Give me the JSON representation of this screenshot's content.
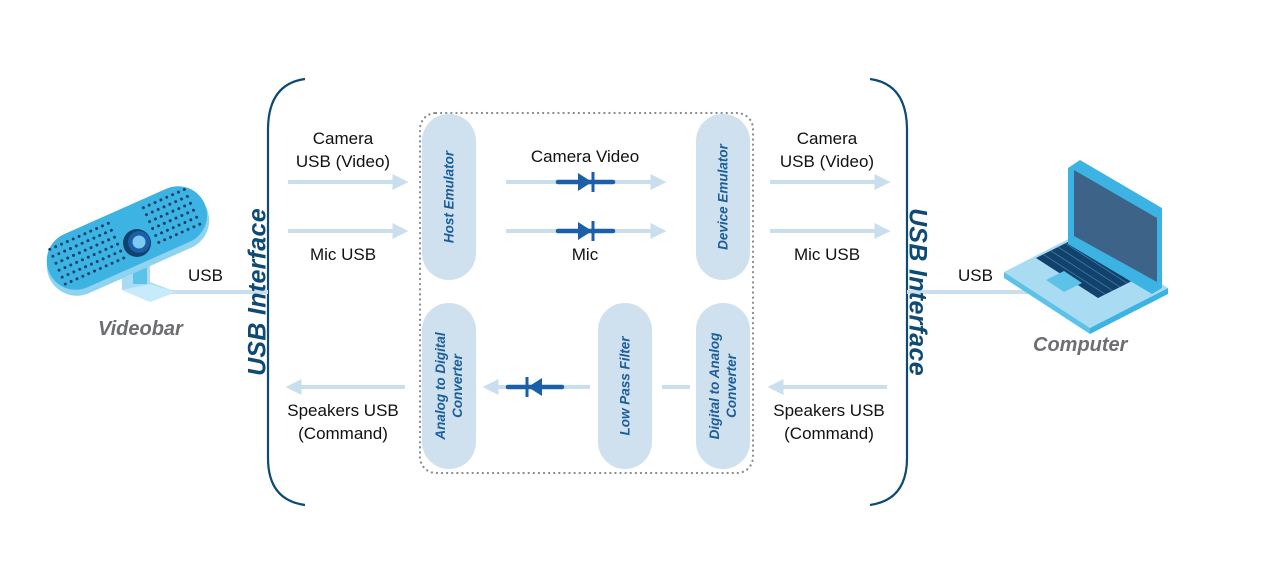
{
  "colors": {
    "bracket": "#0e4a74",
    "arrow": "#c9dfee",
    "diode": "#1a5fa8",
    "pill_fill": "#cfe0ee",
    "pill_text": "#1b5e9a",
    "device_label": "#6d6e71",
    "dotted_border": "#8a8c8e"
  },
  "left_device": {
    "name": "Videobar",
    "connection_label": "USB",
    "icon": "videobar-icon"
  },
  "right_device": {
    "name": "Computer",
    "connection_label": "USB",
    "icon": "laptop-icon"
  },
  "left_interface": {
    "title": "USB Interface",
    "signals": [
      {
        "line1": "Camera",
        "line2": "USB (Video)",
        "direction": "right"
      },
      {
        "line1": "Mic USB",
        "line2": "",
        "direction": "right"
      },
      {
        "line1": "Speakers USB",
        "line2": "(Command)",
        "direction": "left"
      }
    ]
  },
  "right_interface": {
    "title": "USB Interface",
    "signals": [
      {
        "line1": "Camera",
        "line2": "USB (Video)",
        "direction": "right"
      },
      {
        "line1": "Mic USB",
        "line2": "",
        "direction": "right"
      },
      {
        "line1": "Speakers USB",
        "line2": "(Command)",
        "direction": "left"
      }
    ]
  },
  "core": {
    "blocks": {
      "host_emulator": "Host Emulator",
      "device_emulator": "Device Emulator",
      "adc": {
        "line1": "Analog to Digital",
        "line2": "Converter"
      },
      "low_pass_filter": "Low Pass Filter",
      "dac": {
        "line1": "Digital to Analog",
        "line2": "Converter"
      }
    },
    "channels": {
      "camera_video": "Camera Video",
      "mic": "Mic"
    },
    "diodes": [
      {
        "channel": "camera_video",
        "direction": "forward"
      },
      {
        "channel": "mic",
        "direction": "forward"
      },
      {
        "channel": "speakers",
        "direction": "reverse"
      }
    ]
  }
}
